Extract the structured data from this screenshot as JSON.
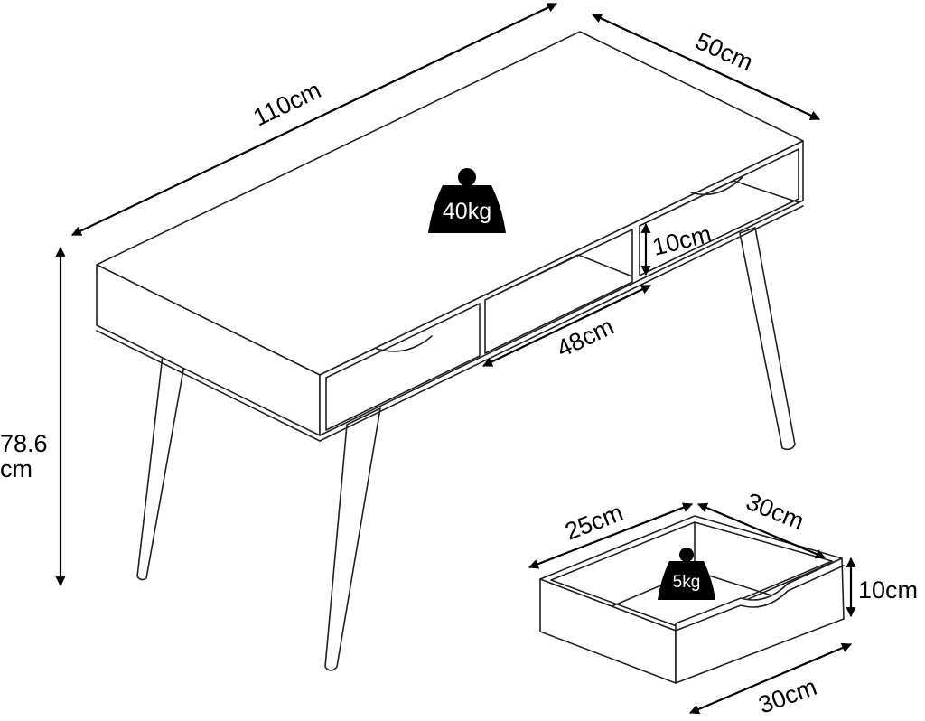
{
  "desk": {
    "length": "110cm",
    "depth": "50cm",
    "height_value": "78.6",
    "height_unit": "cm",
    "shelf_height": "10cm",
    "drawer_opening": "48cm",
    "load_label": "40kg"
  },
  "drawer": {
    "length": "25cm",
    "width": "30cm",
    "front_width": "30cm",
    "height": "10cm",
    "load_label": "5kg"
  },
  "colors": {
    "line": "#231f20",
    "weight_fill": "#000000",
    "background": "#ffffff"
  }
}
